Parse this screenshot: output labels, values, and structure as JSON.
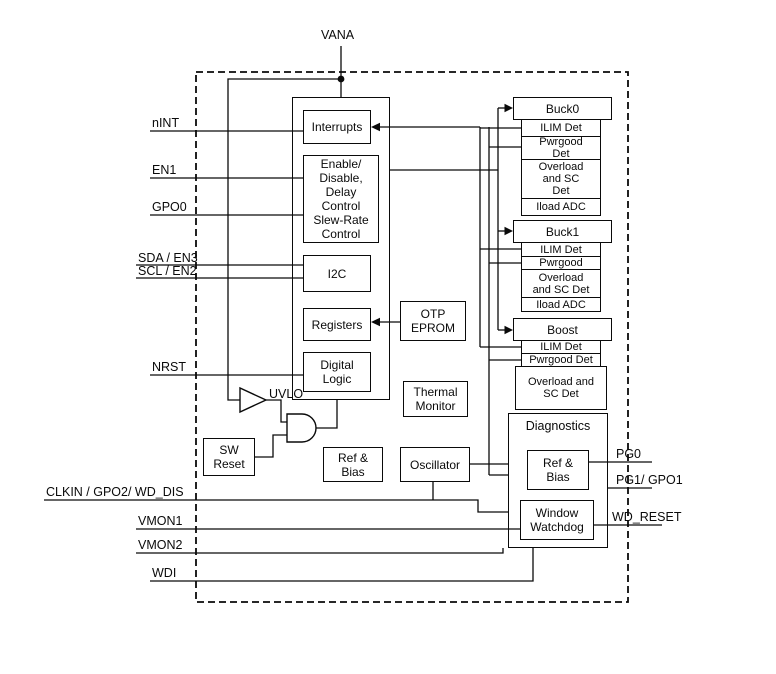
{
  "diagram": {
    "power_pin": {
      "label": "VANA"
    },
    "left_pins": [
      {
        "label": "nINT"
      },
      {
        "label": "EN1"
      },
      {
        "label": "GPO0"
      },
      {
        "label": "SDA / EN3"
      },
      {
        "label": "SCL / EN2"
      },
      {
        "label": "NRST"
      },
      {
        "label": "CLKIN / GPO2/ WD_DIS"
      },
      {
        "label": "VMON1"
      },
      {
        "label": "VMON2"
      },
      {
        "label": "WDI"
      }
    ],
    "right_pins": [
      {
        "label": "PG0"
      },
      {
        "label": "PG1/ GPO1"
      },
      {
        "label": "WD_RESET"
      }
    ],
    "core_blocks": {
      "interrupts": "Interrupts",
      "enable": "Enable/\nDisable,\nDelay\nControl\nSlew-Rate\nControl",
      "i2c": "I2C",
      "registers": "Registers",
      "digital_logic": "Digital\nLogic",
      "otp": "OTP\nEPROM",
      "thermal": "Thermal\nMonitor",
      "uvlo": "UVLO",
      "sw_reset": "SW\nReset",
      "ref_bias": "Ref &\nBias",
      "oscillator": "Oscillator"
    },
    "buck0": {
      "title": "Buck0",
      "subs": [
        "ILIM Det",
        "Pwrgood\nDet",
        "Overload\nand SC\nDet",
        "Iload ADC"
      ]
    },
    "buck1": {
      "title": "Buck1",
      "subs": [
        "ILIM Det",
        "Pwrgood",
        "Overload\nand SC Det",
        "Iload ADC"
      ]
    },
    "boost": {
      "title": "Boost",
      "subs": [
        "ILIM Det",
        "Pwrgood Det",
        "Overload and\nSC Det"
      ]
    },
    "diagnostics": {
      "title": "Diagnostics",
      "ref_bias": "Ref &\nBias",
      "watchdog": "Window\nWatchdog"
    }
  }
}
